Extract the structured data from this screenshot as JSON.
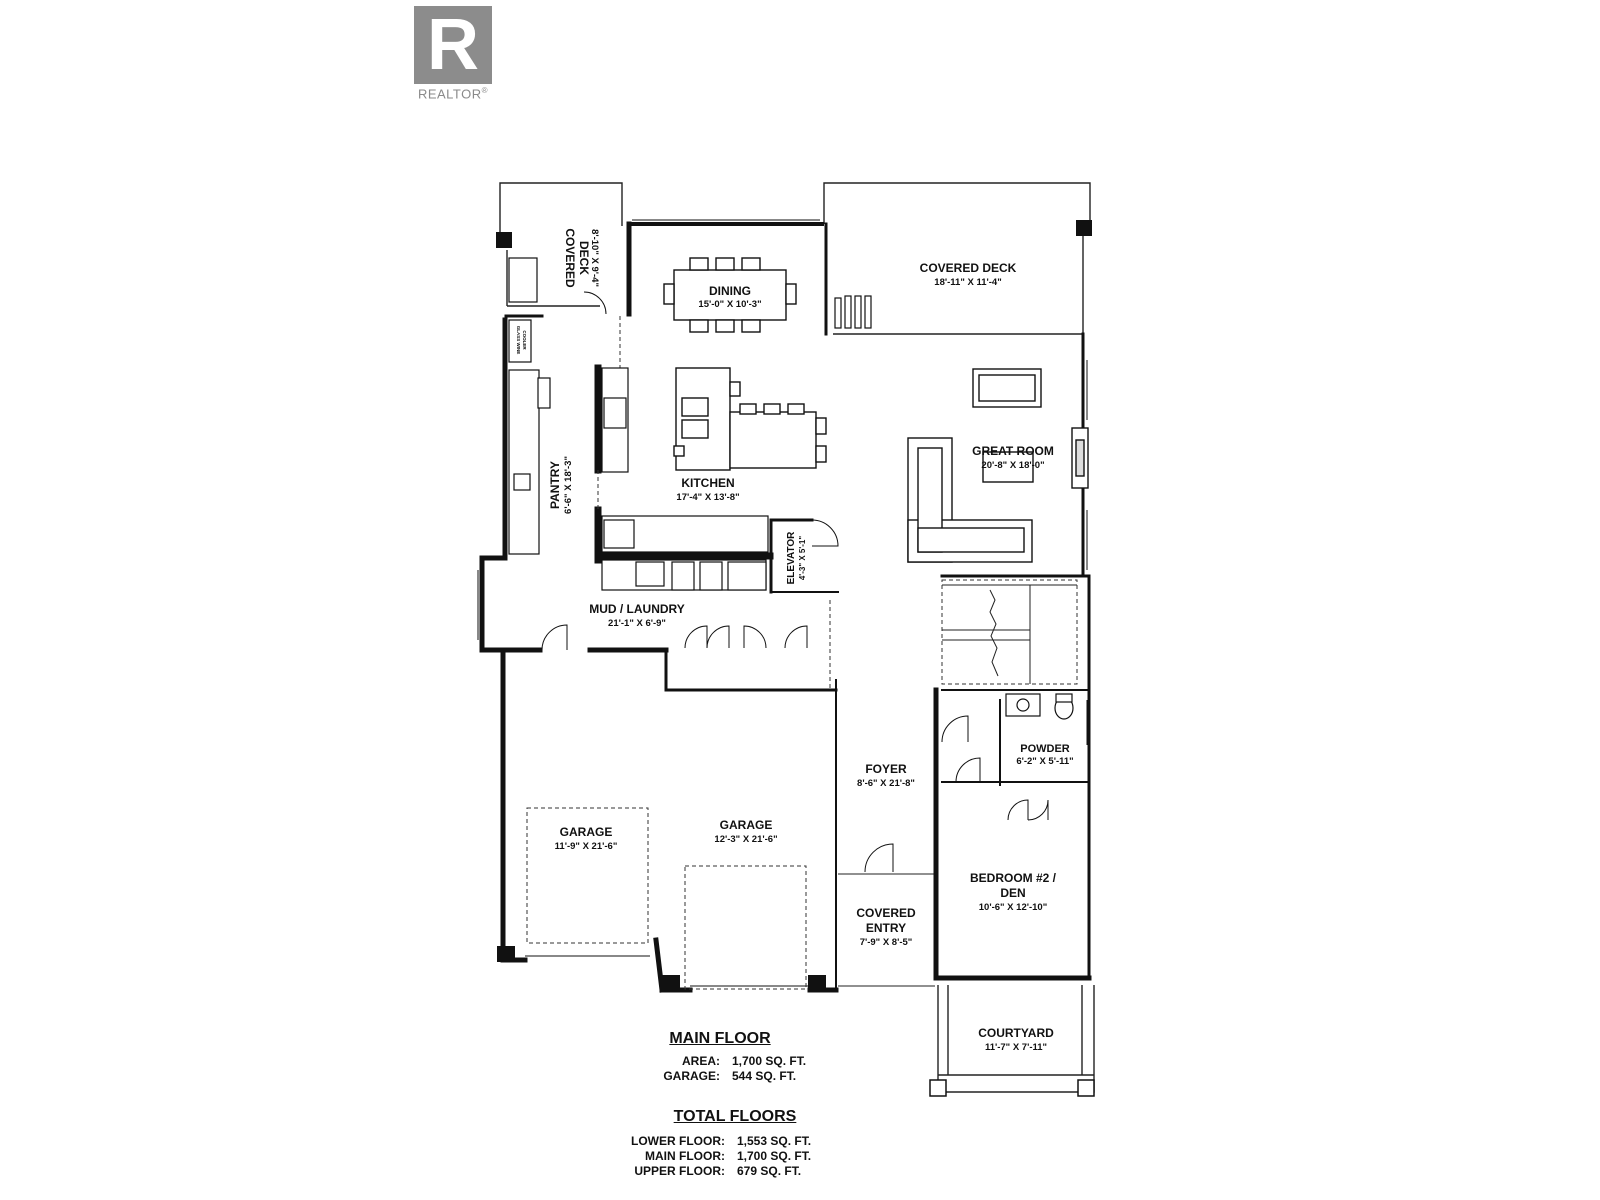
{
  "logo": {
    "brand": "REALTOR",
    "mark": "R",
    "reg": "®",
    "icon": "realtor-r-logo-icon"
  },
  "rooms": {
    "covered_deck_left": {
      "name_line1": "COVERED",
      "name_line2": "DECK",
      "dim": "8'-10\" X 9'-4\""
    },
    "wine": {
      "line1": "GLASS WINE",
      "line2": "COOLER"
    },
    "dining": {
      "name": "DINING",
      "dim": "15'-0\" X 10'-3\""
    },
    "covered_deck_right": {
      "name": "COVERED DECK",
      "dim": "18'-11\" X 11'-4\""
    },
    "great_room": {
      "name": "GREAT ROOM",
      "dim": "20'-8\" X 18'-0\""
    },
    "pantry": {
      "name": "PANTRY",
      "dim": "6'-6\" X 18'-3\""
    },
    "kitchen": {
      "name": "KITCHEN",
      "dim": "17'-4\" X 13'-8\""
    },
    "elevator": {
      "name": "ELEVATOR",
      "dim": "4'-3\" X 5'-1\""
    },
    "mud_laundry": {
      "name": "MUD / LAUNDRY",
      "dim": "21'-1\" X 6'-9\""
    },
    "powder": {
      "name": "POWDER",
      "dim": "6'-2\" X 5'-11\""
    },
    "foyer": {
      "name": "FOYER",
      "dim": "8'-6\" X 21'-8\""
    },
    "garage_left": {
      "name": "GARAGE",
      "dim": "11'-9\" X 21'-6\""
    },
    "garage_right": {
      "name": "GARAGE",
      "dim": "12'-3\" X 21'-6\""
    },
    "bedroom": {
      "name_line1": "BEDROOM #2 /",
      "name_line2": "DEN",
      "dim": "10'-6\" X 12'-10\""
    },
    "covered_entry": {
      "name_line1": "COVERED",
      "name_line2": "ENTRY",
      "dim": "7'-9\" X 8'-5\""
    },
    "courtyard": {
      "name": "COURTYARD",
      "dim": "11'-7\" X 7'-11\""
    }
  },
  "main_floor": {
    "heading": "MAIN FLOOR",
    "rows": [
      {
        "label": "AREA:",
        "value": "1,700 SQ. FT."
      },
      {
        "label": "GARAGE:",
        "value": "544 SQ. FT."
      }
    ]
  },
  "total_floors": {
    "heading": "TOTAL FLOORS",
    "rows": [
      {
        "label": "LOWER FLOOR:",
        "value": "1,553 SQ. FT."
      },
      {
        "label": "MAIN FLOOR:",
        "value": "1,700 SQ. FT."
      },
      {
        "label": "UPPER FLOOR:",
        "value": "679 SQ. FT."
      }
    ]
  }
}
